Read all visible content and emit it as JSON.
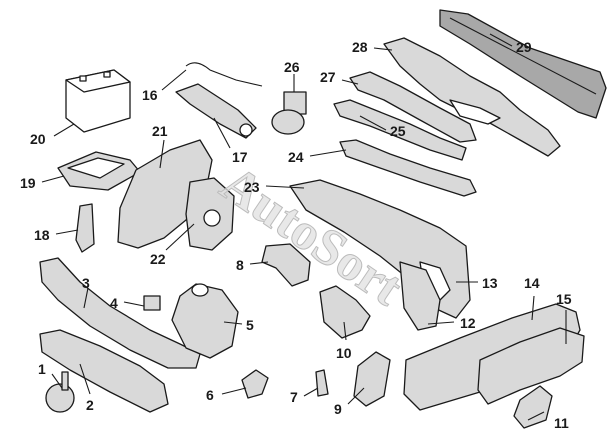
{
  "colors": {
    "part_fill": "#d9d9d9",
    "part_dark": "#a8a8a8",
    "line": "#1a1a1a"
  },
  "watermark": {
    "text": "AutoSort"
  },
  "callouts": [
    "1",
    "2",
    "3",
    "4",
    "5",
    "6",
    "7",
    "8",
    "9",
    "10",
    "11",
    "12",
    "13",
    "14",
    "15",
    "16",
    "17",
    "18",
    "19",
    "20",
    "21",
    "22",
    "23",
    "24",
    "25",
    "26",
    "27",
    "28",
    "29"
  ],
  "parts": [
    {
      "num": "1",
      "icon": "horn-icon"
    },
    {
      "num": "2",
      "icon": "lower-crossmember-icon"
    },
    {
      "num": "3",
      "icon": "front-apron-icon"
    },
    {
      "num": "4",
      "icon": "washer-pump-icon"
    },
    {
      "num": "5",
      "icon": "washer-reservoir-icon"
    },
    {
      "num": "6",
      "icon": "connector-icon"
    },
    {
      "num": "7",
      "icon": "bracket-icon"
    },
    {
      "num": "8",
      "icon": "shield-icon"
    },
    {
      "num": "9",
      "icon": "bracket-icon"
    },
    {
      "num": "10",
      "icon": "mount-bracket-icon"
    },
    {
      "num": "11",
      "icon": "bracket-icon"
    },
    {
      "num": "12",
      "icon": "side-panel-icon"
    },
    {
      "num": "13",
      "icon": "dash-panel-icon"
    },
    {
      "num": "14",
      "icon": "floor-pan-icon"
    },
    {
      "num": "15",
      "icon": "rail-icon"
    },
    {
      "num": "16",
      "icon": "hood-prop-rod-icon"
    },
    {
      "num": "17",
      "icon": "jack-icon"
    },
    {
      "num": "18",
      "icon": "bracket-icon"
    },
    {
      "num": "19",
      "icon": "battery-tray-icon"
    },
    {
      "num": "20",
      "icon": "battery-icon"
    },
    {
      "num": "21",
      "icon": "inner-fender-icon"
    },
    {
      "num": "22",
      "icon": "shock-tower-icon"
    },
    {
      "num": "23",
      "icon": "cowl-panel-icon"
    },
    {
      "num": "24",
      "icon": "upper-reinforcement-icon"
    },
    {
      "num": "25",
      "icon": "cowl-rail-icon"
    },
    {
      "num": "26",
      "icon": "wiper-motor-icon"
    },
    {
      "num": "27",
      "icon": "cowl-top-icon"
    },
    {
      "num": "28",
      "icon": "cowl-vent-icon"
    },
    {
      "num": "29",
      "icon": "cowl-seal-icon"
    }
  ]
}
